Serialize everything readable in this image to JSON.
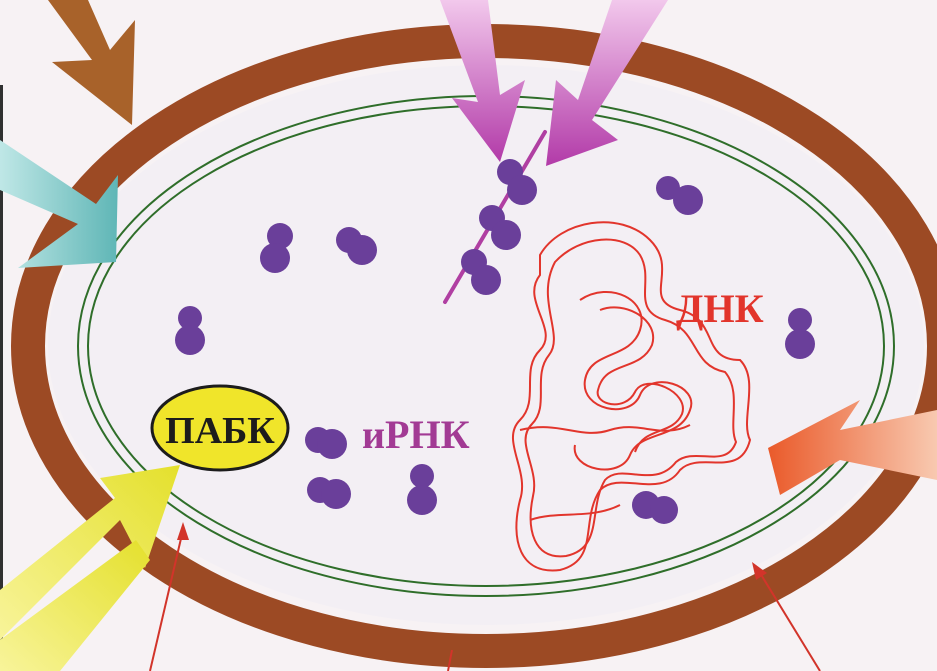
{
  "labels": {
    "pabk": "ПАБК",
    "irnk": "иРНК",
    "dnk": "ДНК"
  },
  "colors": {
    "background": "#f7f2f4",
    "cell_wall": "#9c4a24",
    "membrane": "#2f6e2a",
    "cytoplasm": "#f3eff4",
    "ribosome": "#6a3f9a",
    "mrna": "#b03fa2",
    "dna": "#e2352c",
    "dna_label": "#e2352c",
    "irnk_label": "#a23a94",
    "pabk_fill": "#f0e52a",
    "arrow_brown": "#a8622a",
    "arrow_magenta": "#b23aa8",
    "arrow_teal": "#5fb6b6",
    "arrow_yellow": "#e4e02c",
    "arrow_orange": "#ea5a2a",
    "pointer_red": "#d2342a"
  },
  "icons": [
    "ribosome-icon",
    "arrow-icon",
    "pointer-line-icon"
  ]
}
